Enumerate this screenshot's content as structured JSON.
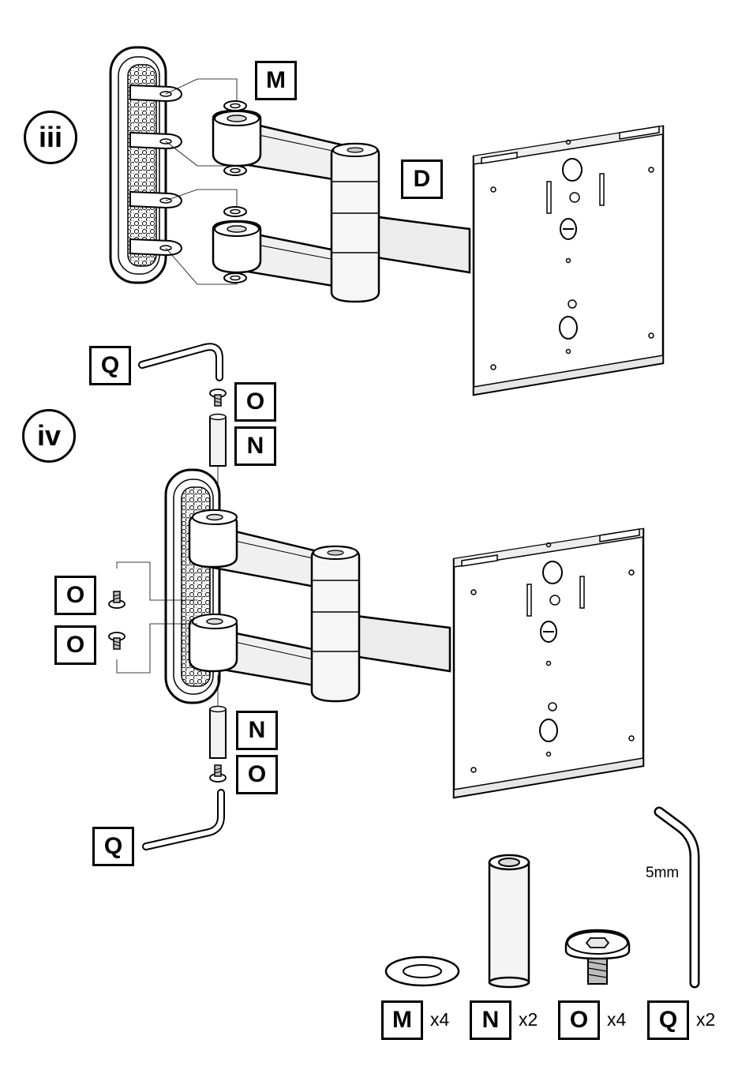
{
  "steps": {
    "step_iii": "iii",
    "step_iv": "iv"
  },
  "callouts": {
    "iii_washer": "M",
    "iii_plate": "D",
    "iv_key_top": "Q",
    "iv_screw_top": "O",
    "iv_spacer_top": "N",
    "iv_screw_left_1": "O",
    "iv_screw_left_2": "O",
    "iv_spacer_bottom": "N",
    "iv_screw_bottom": "O",
    "iv_key_bottom": "Q"
  },
  "parts": [
    {
      "letter": "M",
      "qty": "x4",
      "icon": "washer-icon"
    },
    {
      "letter": "N",
      "qty": "x2",
      "icon": "spacer-tube-icon"
    },
    {
      "letter": "O",
      "qty": "x4",
      "icon": "hex-socket-screw-icon"
    },
    {
      "letter": "Q",
      "qty": "x2",
      "icon": "hex-key-icon"
    }
  ],
  "hex_key_size": "5mm",
  "colors": {
    "line": "#000000",
    "fill_light": "#f4f4f4",
    "fill_mid": "#e2e2e2"
  }
}
